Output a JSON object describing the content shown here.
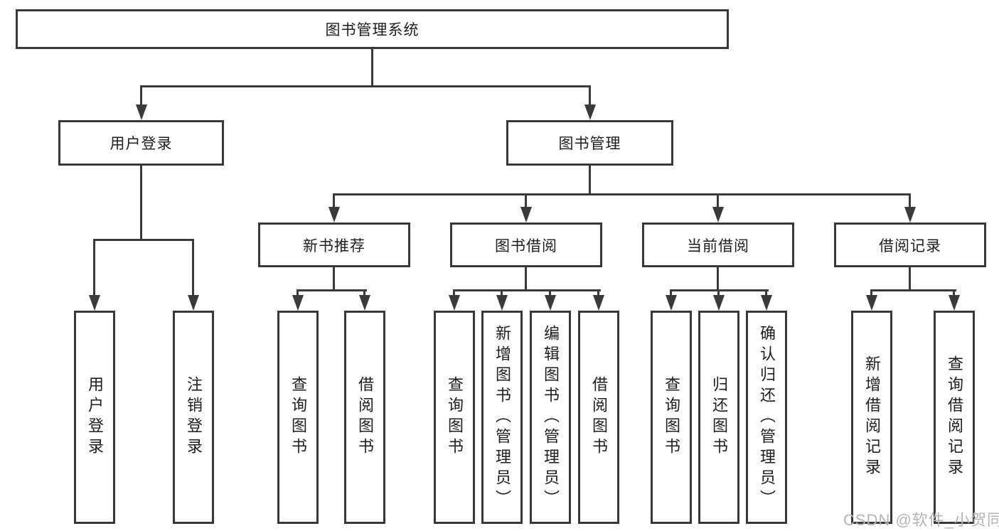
{
  "diagram": {
    "title": "图书管理系统",
    "root": {
      "label": "图书管理系统"
    },
    "level2": [
      {
        "label": "用户登录"
      },
      {
        "label": "图书管理"
      }
    ],
    "level3": [
      {
        "label": "新书推荐"
      },
      {
        "label": "图书借阅"
      },
      {
        "label": "当前借阅"
      },
      {
        "label": "借阅记录"
      }
    ],
    "leaves": {
      "user_login": [
        {
          "label": "用户登录"
        },
        {
          "label": "注销登录"
        }
      ],
      "new_book": [
        {
          "label": "查询图书"
        },
        {
          "label": "借阅图书"
        }
      ],
      "book_borrow": [
        {
          "label": "查询图书"
        },
        {
          "label": "新增图书（管理员）"
        },
        {
          "label": "编辑图书（管理员）"
        },
        {
          "label": "借阅图书"
        }
      ],
      "current_borrow": [
        {
          "label": "查询图书"
        },
        {
          "label": "归还图书"
        },
        {
          "label": "确认归还（管理员）"
        }
      ],
      "borrow_record": [
        {
          "label": "新增借阅记录"
        },
        {
          "label": "查询借阅记录"
        }
      ]
    }
  },
  "watermark": {
    "text": "CSDN @软件_小贺同学"
  },
  "colors": {
    "line": "#3a3a3a",
    "text": "#1d1d1d",
    "watermark": "#b5b5b5",
    "background": "#ffffff"
  }
}
